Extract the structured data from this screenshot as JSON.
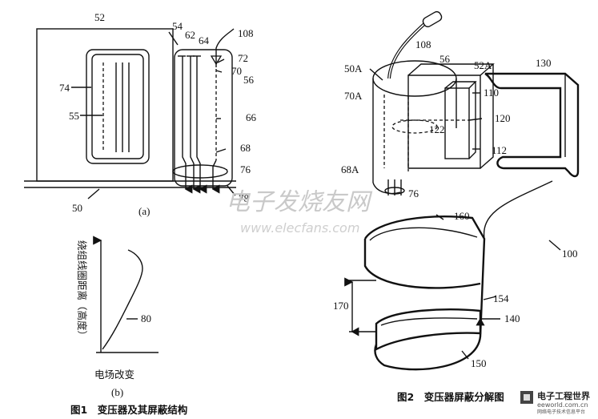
{
  "fig1": {
    "a": {
      "labels": {
        "l52": "52",
        "l54": "54",
        "l62": "62",
        "l64": "64",
        "l108": "108",
        "l72": "72",
        "l70": "70",
        "l56": "56",
        "l74": "74",
        "l55": "55",
        "l66": "66",
        "l68": "68",
        "l76": "76",
        "l78": "78",
        "l50": "50"
      },
      "sub": "(a)"
    },
    "b": {
      "ylabel": "绕组线圈距离（高度）",
      "xlabel": "电场改变",
      "curve": "80",
      "sub": "(b)"
    },
    "caption": "图1　变压器及其屏蔽结构"
  },
  "fig2": {
    "labels": {
      "l108": "108",
      "l50A": "50A",
      "l56": "56",
      "l52A": "52A",
      "l130": "130",
      "l70A": "70A",
      "l110": "110",
      "l122": "122",
      "l120": "120",
      "l112": "112",
      "l68A": "68A",
      "l76": "76",
      "l160": "160",
      "l100": "100",
      "l154": "154",
      "l170": "170",
      "l140": "140",
      "l150": "150"
    },
    "caption": "图2　变压器屏蔽分解图"
  },
  "watermark": {
    "chinese": "电子发烧友网",
    "url": "www.elecfans.com"
  },
  "logo": {
    "title": "电子工程世界",
    "url": "eeworld.com.cn",
    "sub": "网络电子技术信息平台"
  }
}
